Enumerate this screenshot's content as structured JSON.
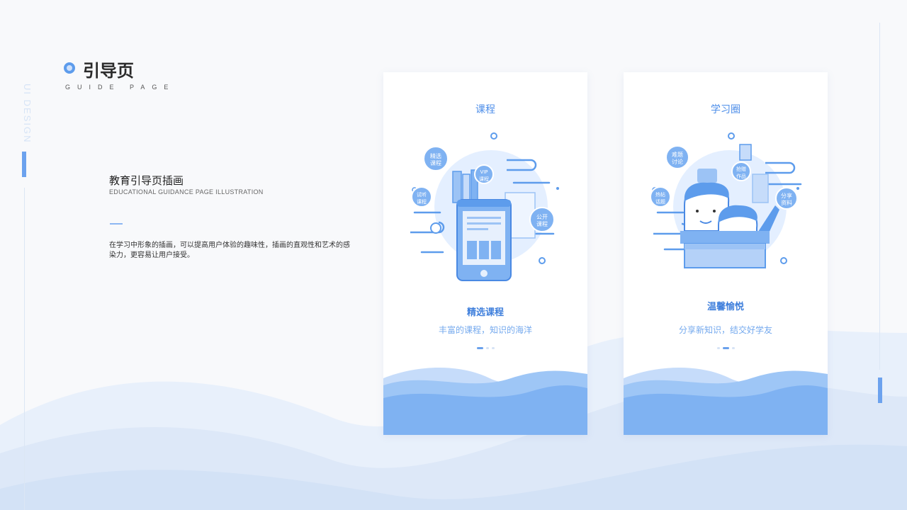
{
  "page": {
    "title": "引导页",
    "subtitle": "GUIDE PAGE",
    "side_label": "UI DESIGN",
    "accent": "#5d9cec"
  },
  "section": {
    "heading": "教育引导页插画",
    "heading_en": "EDUCATIONAL GUIDANCE PAGE ILLUSTRATION",
    "description": "在学习中形象的插画，可以提高用户体验的趣味性，插画的直观性和艺术的感染力，更容易让用户接受。"
  },
  "cards": [
    {
      "header": "课程",
      "title": "精选课程",
      "description": "丰富的课程，知识的海洋",
      "bubbles": [
        {
          "line1": "精选",
          "line2": "课程"
        },
        {
          "line1": "VIP",
          "line2": "课程"
        },
        {
          "line1": "试听",
          "line2": "课程"
        },
        {
          "line1": "公开",
          "line2": "课程"
        }
      ],
      "active_dot": 0
    },
    {
      "header": "学习圈",
      "title": "温馨愉悦",
      "description": "分享新知识，结交好学友",
      "bubbles": [
        {
          "line1": "难题",
          "line2": "讨论"
        },
        {
          "line1": "抢赠",
          "line2": "作品"
        },
        {
          "line1": "热帖",
          "line2": "话题"
        },
        {
          "line1": "分享",
          "line2": "资料"
        }
      ],
      "active_dot": 1
    }
  ],
  "colors": {
    "primary": "#5d9cec",
    "light": "#d7e6fb",
    "wave": "#7fb2f2",
    "text_blue": "#3f7fdc"
  }
}
